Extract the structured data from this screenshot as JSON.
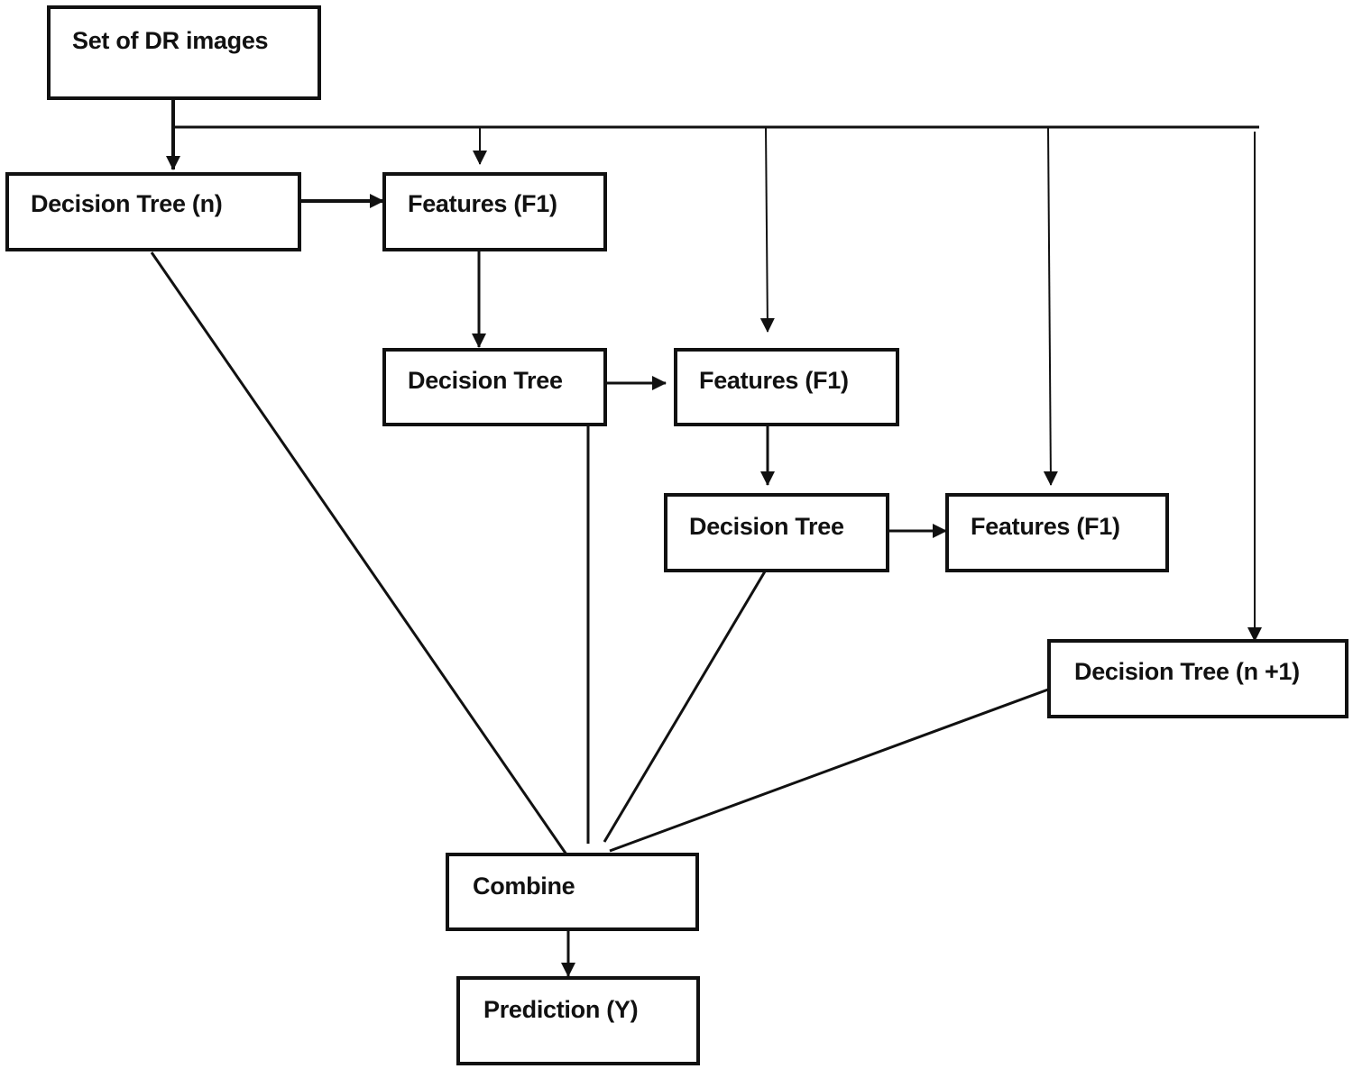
{
  "colors": {
    "line": "#111111",
    "background": "#ffffff"
  },
  "nodes": {
    "set_of_dr_images": "Set of DR images",
    "decision_tree_n": "Decision Tree (n)",
    "features_f1_1": "Features (F1)",
    "decision_tree_2": "Decision Tree",
    "features_f1_2": "Features (F1)",
    "decision_tree_3": "Decision Tree",
    "features_f1_3": "Features (F1)",
    "decision_tree_n_plus_1": "Decision Tree (n +1)",
    "combine": "Combine",
    "prediction_y": "Prediction (Y)"
  }
}
